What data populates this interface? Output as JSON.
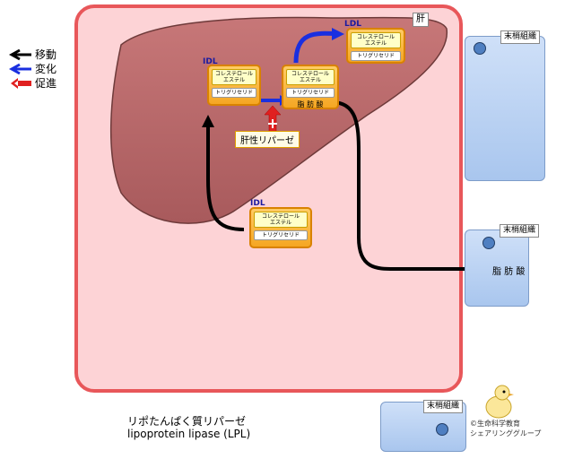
{
  "legend": [
    {
      "label": "移動",
      "color": "#000000"
    },
    {
      "label": "変化",
      "color": "#1a2fe0"
    },
    {
      "label": "促進",
      "color": "#e02020"
    }
  ],
  "liver_tag": "肝",
  "ldl": {
    "label": "LDL",
    "cholesterol_ester": "コレステロール\nエステル",
    "triglyceride": "トリグリセリド"
  },
  "idl_top": {
    "label": "IDL",
    "cholesterol_ester": "コレステロール\nエステル",
    "triglyceride": "トリグリセリド"
  },
  "middle": {
    "cholesterol_ester": "コレステロール\nエステル",
    "triglyceride": "トリグリセリド",
    "fatty_acid": "脂 肪 酸"
  },
  "idl_bottom": {
    "label": "IDL",
    "cholesterol_ester": "コレステロール\nエステル",
    "triglyceride": "トリグリセリド"
  },
  "hepatic_lipase": "肝性リパーゼ",
  "tissues": [
    {
      "tag": "末梢組織"
    },
    {
      "tag": "末梢組織",
      "content": "脂 肪 酸"
    },
    {
      "tag": "末梢組織"
    }
  ],
  "footer": {
    "title": "リポたんぱく質リパーゼ",
    "subtitle": "lipoprotein lipase (LPL)"
  },
  "credit": {
    "line1": "©生命科学教育",
    "line2": "シェアリンググループ"
  }
}
